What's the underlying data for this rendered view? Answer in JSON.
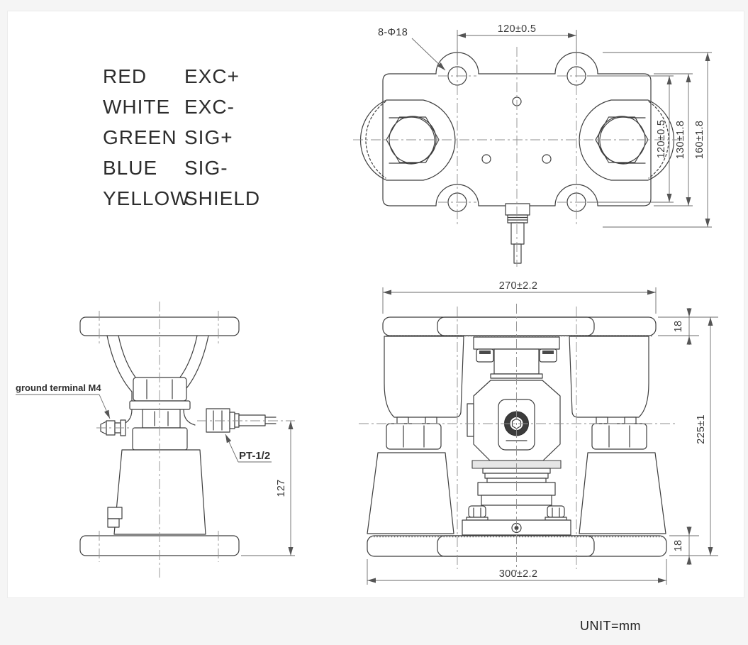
{
  "page": {
    "unit_note": "UNIT=mm"
  },
  "wiring_legend": {
    "rows": [
      {
        "color": "RED",
        "signal": "EXC+"
      },
      {
        "color": "WHITE",
        "signal": "EXC-"
      },
      {
        "color": "GREEN",
        "signal": "SIG+"
      },
      {
        "color": "BLUE",
        "signal": "SIG-"
      },
      {
        "color": "YELLOW",
        "signal": "SHIELD"
      }
    ]
  },
  "top_view": {
    "dims": {
      "bolt_holes": "8-Φ18",
      "hole_spacing_x": "120±0.5",
      "hole_spacing_y": "120±0.5",
      "body_height": "130±1.8",
      "overall_height": "160±1.8"
    }
  },
  "side_view": {
    "labels": {
      "ground_terminal": "ground terminal M4",
      "conduit_thread": "PT-1/2"
    },
    "dims": {
      "cable_axis_height": "127"
    }
  },
  "front_view": {
    "dims": {
      "top_plate_width": "270±2.2",
      "base_width": "300±2.2",
      "top_plate_thickness": "18",
      "base_plate_thickness": "18",
      "overall_height": "225±1"
    }
  }
}
